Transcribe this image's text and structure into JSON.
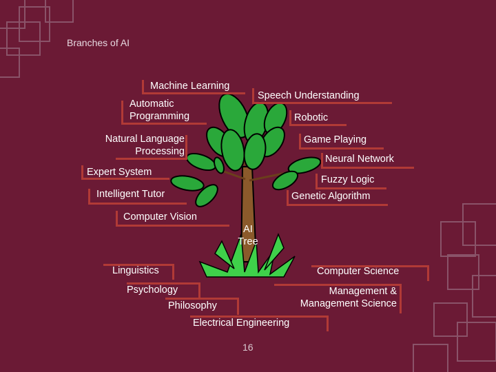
{
  "slide": {
    "title": "Branches of AI",
    "page_number": "16",
    "tree_label": "AI\nTree",
    "branches": {
      "machine_learning": "Machine Learning",
      "speech_understanding": "Speech Understanding",
      "automatic_programming": "Automatic\nProgramming",
      "robotic": "Robotic",
      "natural_language": "Natural Language\nProcessing",
      "game_playing": "Game Playing",
      "neural_network": "Neural Network",
      "expert_system": "Expert System",
      "fuzzy_logic": "Fuzzy Logic",
      "intelligent_tutor": "Intelligent  Tutor",
      "genetic_algorithm": "Genetic Algorithm",
      "computer_vision": "Computer Vision"
    },
    "roots": {
      "linguistics": "Linguistics",
      "computer_science": "Computer Science",
      "psychology": "Psychology",
      "management": "Management &\nManagement Science",
      "philosophy": "Philosophy",
      "electrical_engineering": "Electrical Engineering"
    }
  },
  "colors": {
    "background": "#6b1a35",
    "bracket": "#b13a36",
    "leaf": "#2aa83a",
    "trunk": "#8b5a2b",
    "text": "#ffffff"
  }
}
